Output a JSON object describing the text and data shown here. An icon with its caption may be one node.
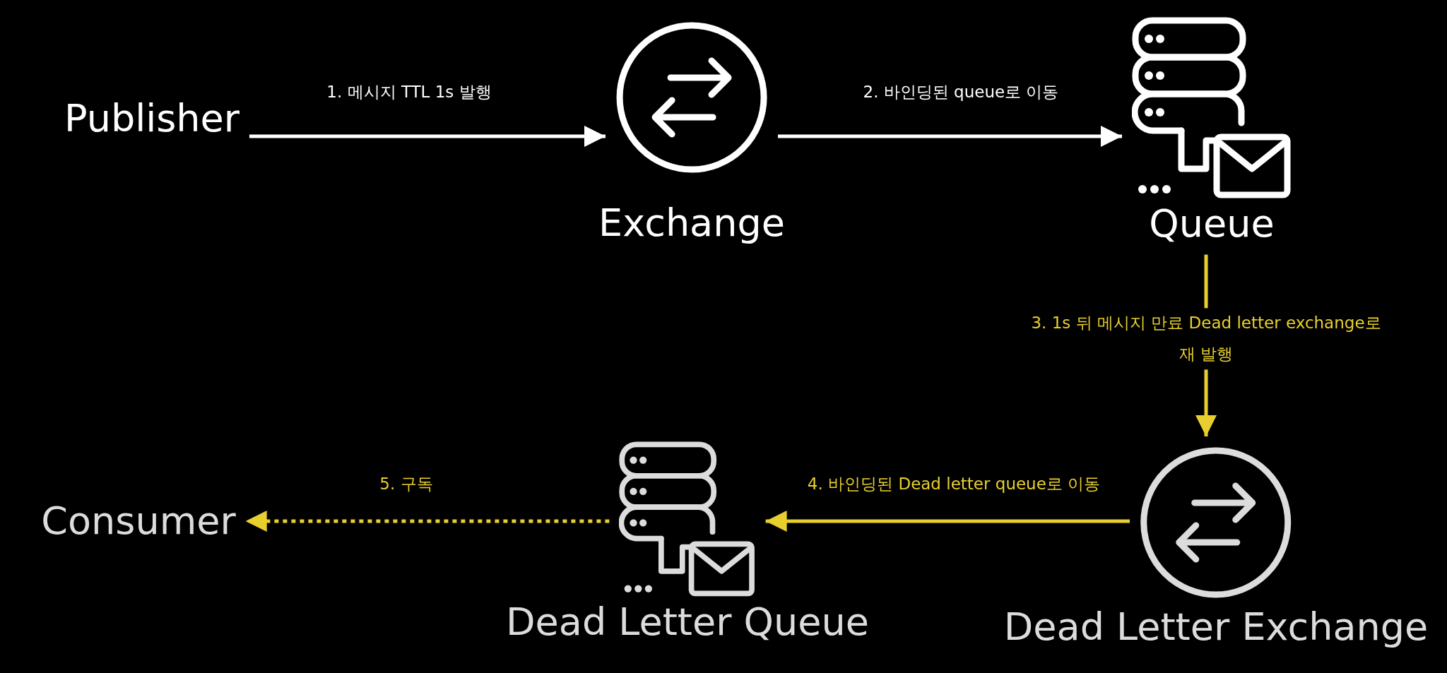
{
  "diagram": {
    "nodes": [
      {
        "text": [
          "Publisher"
        ]
      },
      {
        "text": [
          "Exchange"
        ]
      },
      {
        "text": [
          "Queue"
        ]
      },
      {
        "text": [
          "Dead Letter Exchange"
        ]
      },
      {
        "text": [
          "Dead Letter Queue"
        ]
      },
      {
        "text": [
          "Consumer"
        ]
      }
    ],
    "edges": [
      {
        "from": 0,
        "to": 1,
        "arrow": "to",
        "label": "1. 메시지 TTL 1s 발행",
        "color": "#ffffff"
      },
      {
        "from": 1,
        "to": 2,
        "arrow": "to",
        "label": "2. 바인딩된 queue로 이동",
        "color": "#ffffff"
      },
      {
        "from": 2,
        "to": 3,
        "arrow": "to",
        "label": "3. 1s 뒤 메시지 만료 Dead letter exchange로 재 발행",
        "color": "#e8cf2e"
      },
      {
        "from": 3,
        "to": 4,
        "arrow": "to",
        "label": "4. 바인딩된 Dead letter queue로 이동",
        "color": "#e8cf2e"
      },
      {
        "from": 4,
        "to": 5,
        "arrow": "to",
        "label": "5. 구독",
        "style": "dashed",
        "color": "#e8cf2e"
      }
    ]
  }
}
